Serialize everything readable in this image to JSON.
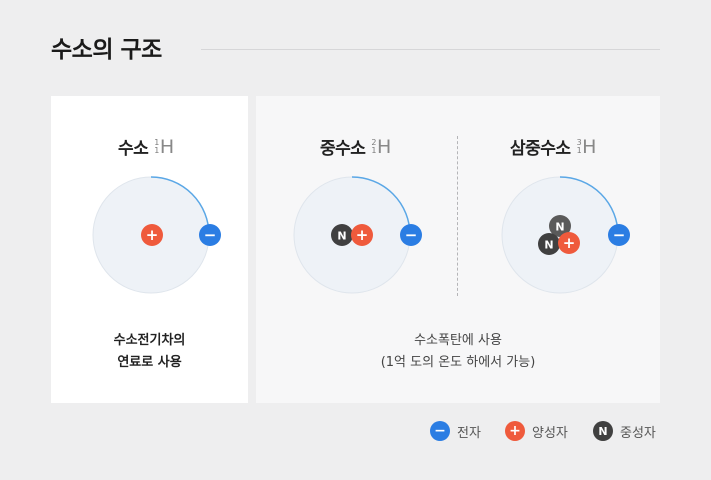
{
  "title": "수소의 구조",
  "isotopes": [
    {
      "name": "수소",
      "mass": "1",
      "atomic": "1",
      "symbol": "H"
    },
    {
      "name": "중수소",
      "mass": "2",
      "atomic": "1",
      "symbol": "H"
    },
    {
      "name": "삼중수소",
      "mass": "3",
      "atomic": "1",
      "symbol": "H"
    }
  ],
  "particles": {
    "electron": "−",
    "proton": "+",
    "neutron": "N"
  },
  "captions": {
    "left_line1": "수소전기차의",
    "left_line2": "연료로 사용",
    "right_line1": "수소폭탄에 사용",
    "right_line2": "(1억 도의 온도 하에서 가능)"
  },
  "legend": [
    {
      "label": "전자",
      "glyph": "−",
      "color": "#2b7de3"
    },
    {
      "label": "양성자",
      "glyph": "+",
      "color": "#ef5a3c"
    },
    {
      "label": "중성자",
      "glyph": "N",
      "color": "#404040"
    }
  ],
  "colors": {
    "electron": "#2b7de3",
    "proton": "#ef5a3c",
    "neutron": "#404040",
    "orbit_fill": "#eef2f7",
    "orbit_arc": "#5aa7e6"
  }
}
